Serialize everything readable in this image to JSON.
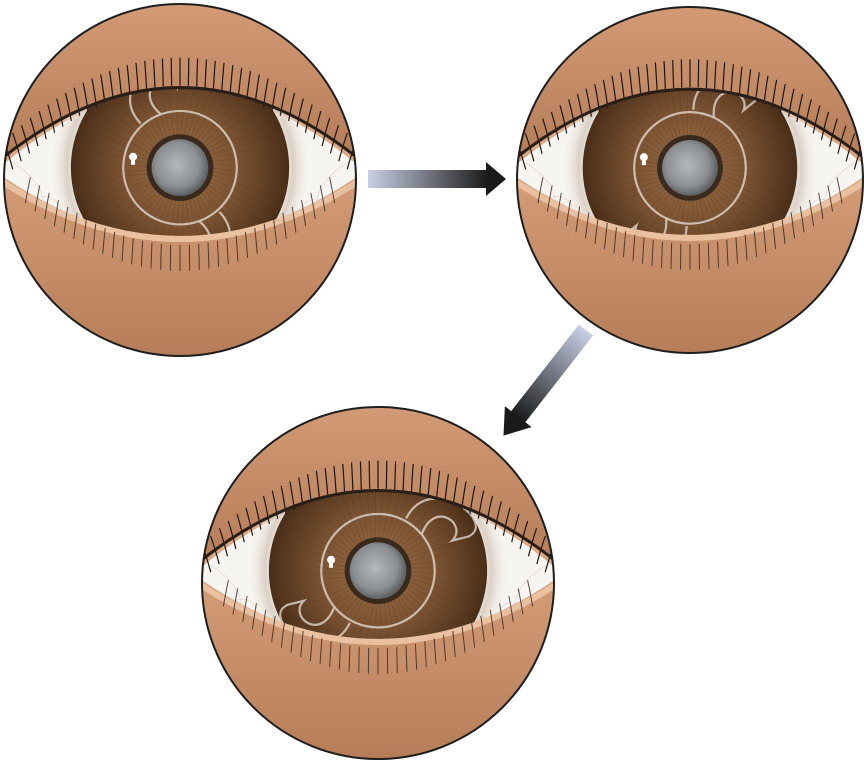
{
  "figure": {
    "panels": [
      {
        "id": "eye-panel-1",
        "step": 1,
        "lens_rotation_deg": -25
      },
      {
        "id": "eye-panel-2",
        "step": 2,
        "lens_rotation_deg": 20
      },
      {
        "id": "eye-panel-3",
        "step": 3,
        "lens_rotation_deg": 45
      }
    ],
    "arrows": [
      {
        "id": "arrow-1-to-2",
        "from": 1,
        "to": 2,
        "direction": "right"
      },
      {
        "id": "arrow-2-to-3",
        "from": 2,
        "to": 3,
        "direction": "down-left"
      }
    ],
    "colors": {
      "skin": "#d9a27c",
      "skin_dark": "#b9835f",
      "sclera": "#f7f5f2",
      "iris": "#7a5232",
      "iris_dark": "#4a2e18",
      "pupil_cataract": "#8c8f91",
      "pupil_ring": "#3a2a1e",
      "lens_outline": "#e8e1d8",
      "arrow_dark": "#1a1a1a",
      "arrow_light": "#c9d0e6"
    }
  }
}
